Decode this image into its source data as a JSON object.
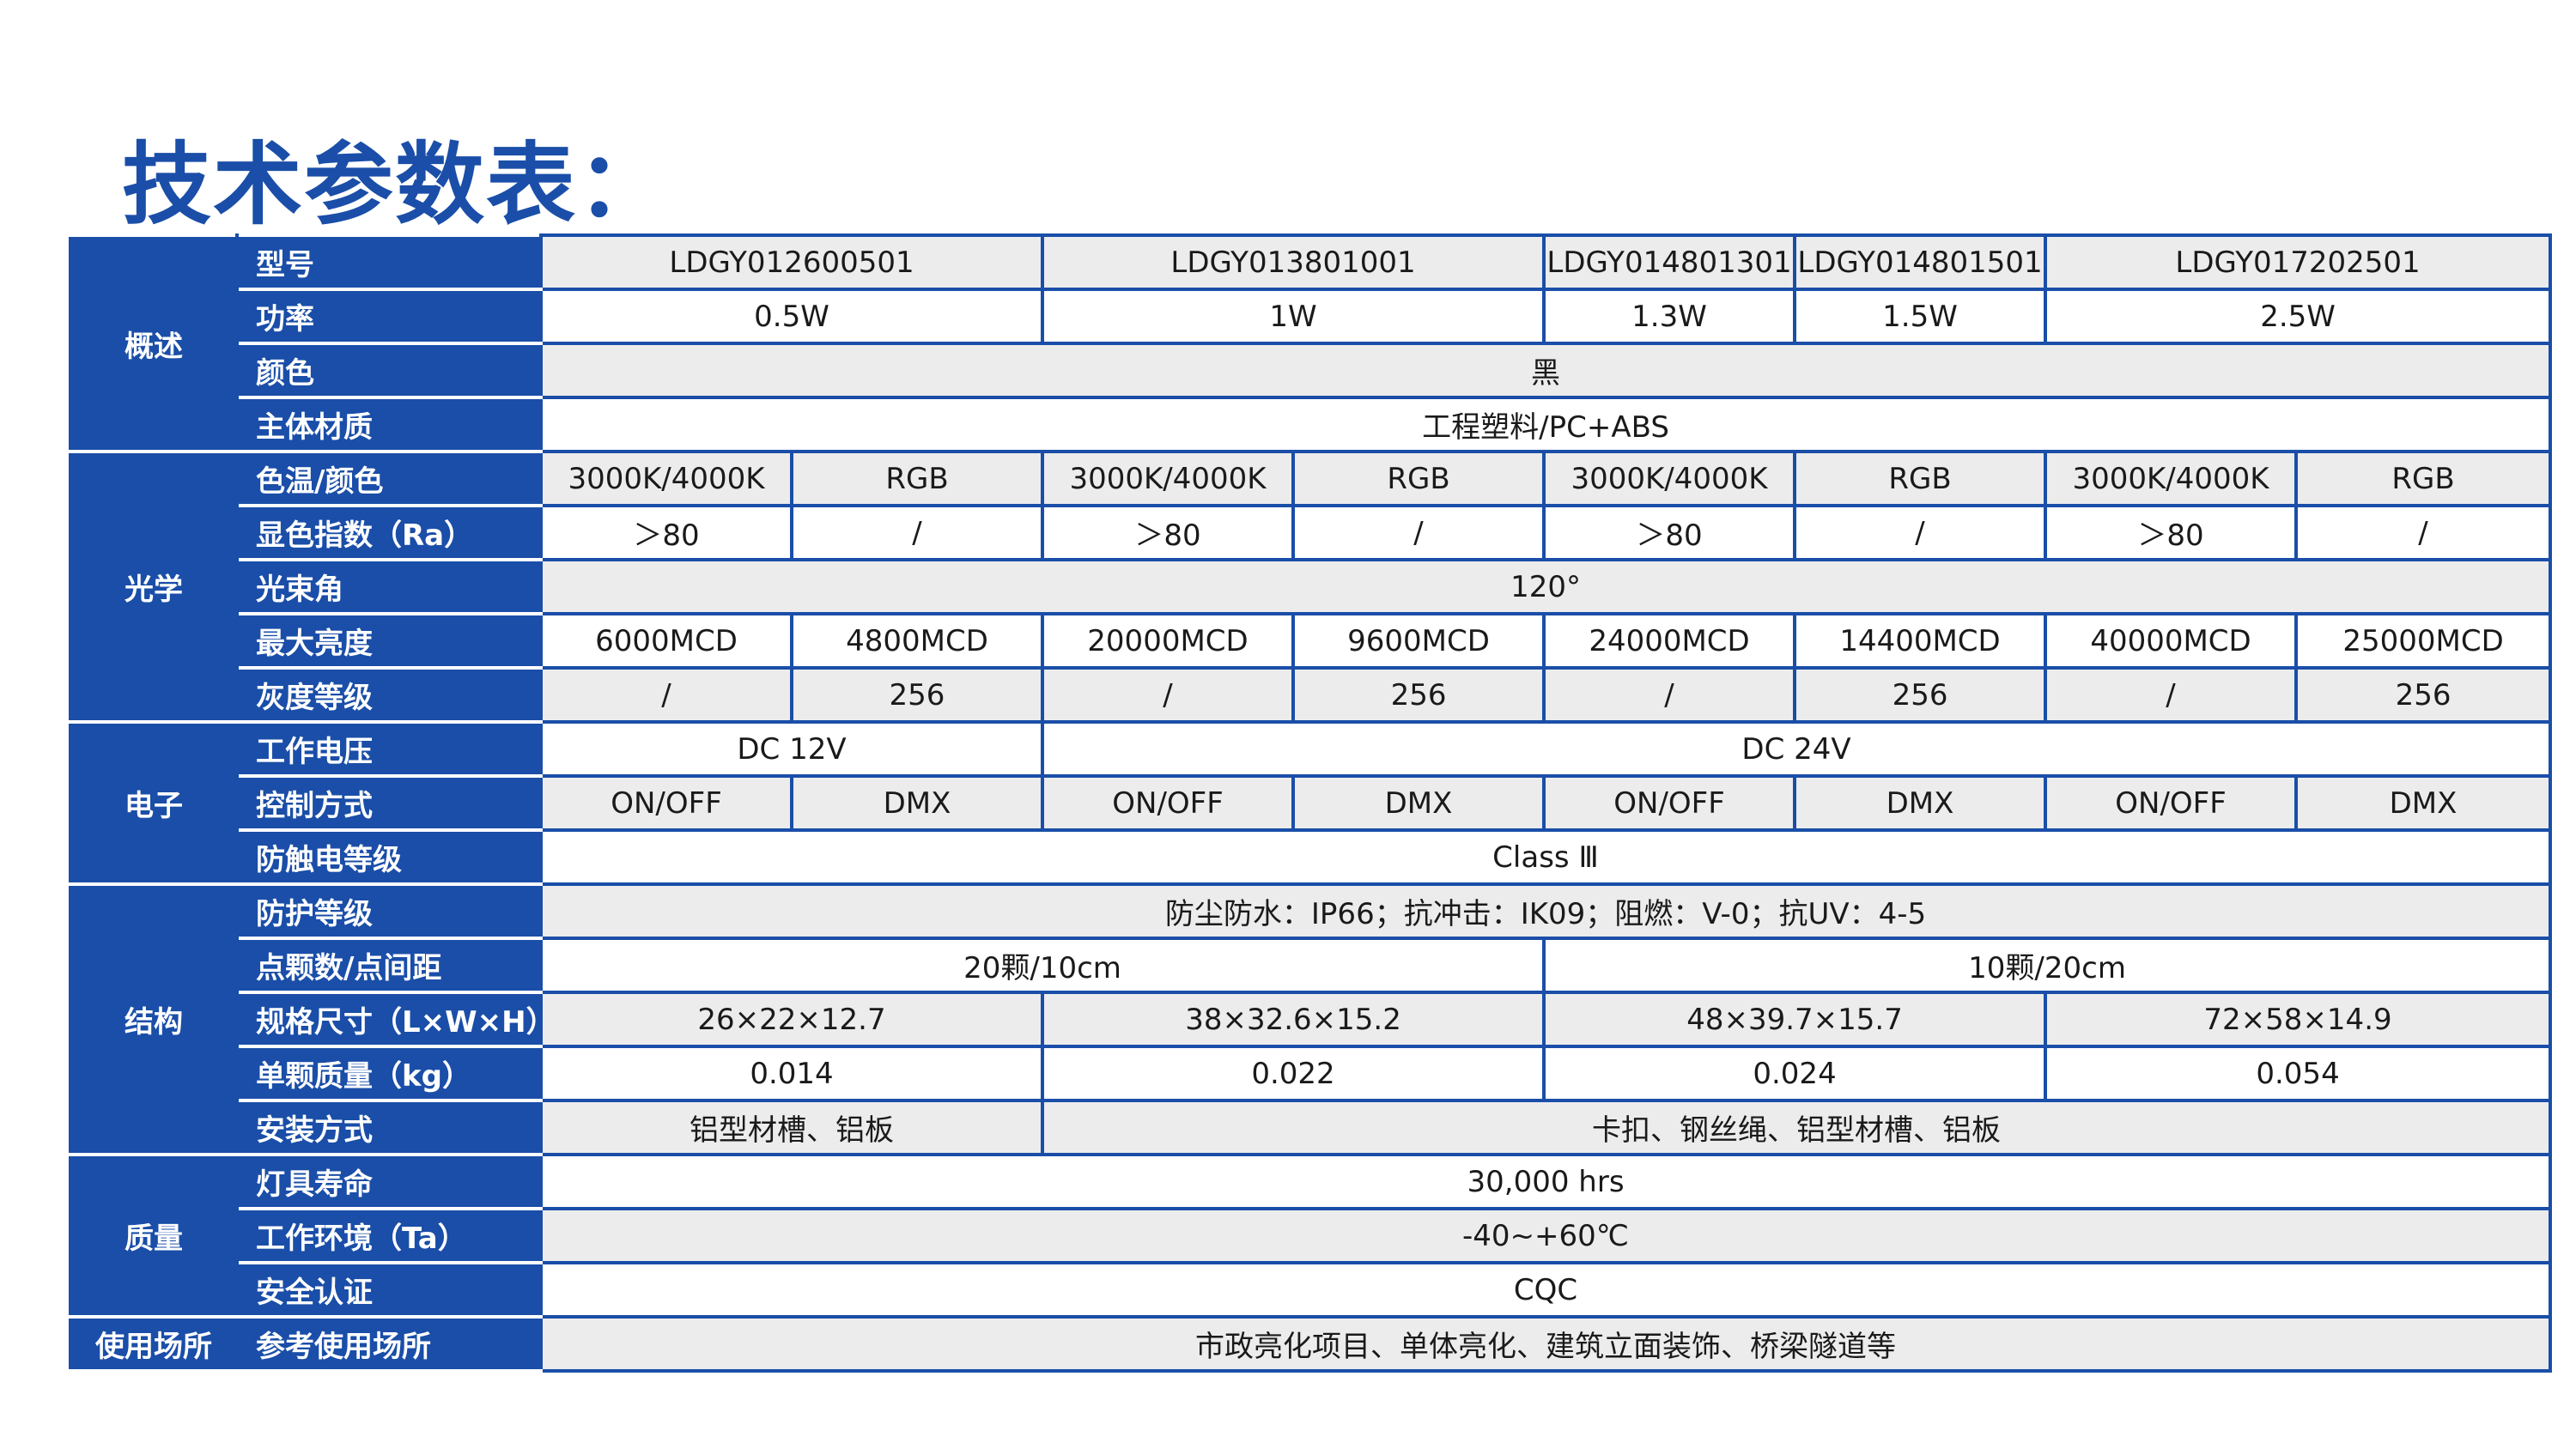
{
  "title": "技术参数表：",
  "categories": {
    "overview": "概述",
    "optics": "光学",
    "electronics": "电子",
    "structure": "结构",
    "quality": "质量",
    "application": "使用场所"
  },
  "rows": {
    "model": {
      "label": "型号",
      "values": [
        "LDGY012600501",
        "LDGY013801001",
        "LDGY014801301",
        "LDGY014801501",
        "LDGY017202501"
      ]
    },
    "power": {
      "label": "功率",
      "values": [
        "0.5W",
        "1W",
        "1.3W",
        "1.5W",
        "2.5W"
      ]
    },
    "color": {
      "label": "颜色",
      "value": "黑"
    },
    "body_material": {
      "label": "主体材质",
      "value": "工程塑料/PC+ABS"
    },
    "color_temp": {
      "label": "色温/颜色",
      "values": [
        "3000K/4000K",
        "RGB",
        "3000K/4000K",
        "RGB",
        "3000K/4000K",
        "RGB",
        "3000K/4000K",
        "RGB"
      ]
    },
    "cri": {
      "label": "显色指数（Ra）",
      "values": [
        "＞80",
        "/",
        "＞80",
        "/",
        "＞80",
        "/",
        "＞80",
        "/"
      ]
    },
    "beam_angle": {
      "label": "光束角",
      "value": "120°"
    },
    "max_brightness": {
      "label": "最大亮度",
      "values": [
        "6000MCD",
        "4800MCD",
        "20000MCD",
        "9600MCD",
        "24000MCD",
        "14400MCD",
        "40000MCD",
        "25000MCD"
      ]
    },
    "gray_level": {
      "label": "灰度等级",
      "values": [
        "/",
        "256",
        "/",
        "256",
        "/",
        "256",
        "/",
        "256"
      ]
    },
    "voltage": {
      "label": "工作电压",
      "values": [
        "DC 12V",
        "DC 24V"
      ]
    },
    "control": {
      "label": "控制方式",
      "values": [
        "ON/OFF",
        "DMX",
        "ON/OFF",
        "DMX",
        "ON/OFF",
        "DMX",
        "ON/OFF",
        "DMX"
      ]
    },
    "shock_class": {
      "label": "防触电等级",
      "value": "Class Ⅲ"
    },
    "protection": {
      "label": "防护等级",
      "value": "防尘防水：IP66；抗冲击：IK09；阻燃：V-0；抗UV：4-5"
    },
    "pitch": {
      "label": "点颗数/点间距",
      "values": [
        "20颗/10cm",
        "10颗/20cm"
      ]
    },
    "dimensions": {
      "label": "规格尺寸（L×W×H）",
      "values": [
        "26×22×12.7",
        "38×32.6×15.2",
        "48×39.7×15.7",
        "72×58×14.9"
      ]
    },
    "weight": {
      "label": "单颗质量（kg）",
      "values": [
        "0.014",
        "0.022",
        "0.024",
        "0.054"
      ]
    },
    "installation": {
      "label": "安装方式",
      "values": [
        "铝型材槽、铝板",
        "卡扣、钢丝绳、铝型材槽、铝板"
      ]
    },
    "lifespan": {
      "label": "灯具寿命",
      "value": "30,000 hrs"
    },
    "environment": {
      "label": "工作环境（Ta）",
      "value": "-40~+60℃"
    },
    "certification": {
      "label": "安全认证",
      "value": "CQC"
    },
    "application": {
      "label": "参考使用场所",
      "value": "市政亮化项目、单体亮化、建筑立面装饰、桥梁隧道等"
    }
  },
  "colors": {
    "brand_blue": "#1a4ea8",
    "row_alt": "#ececec"
  }
}
